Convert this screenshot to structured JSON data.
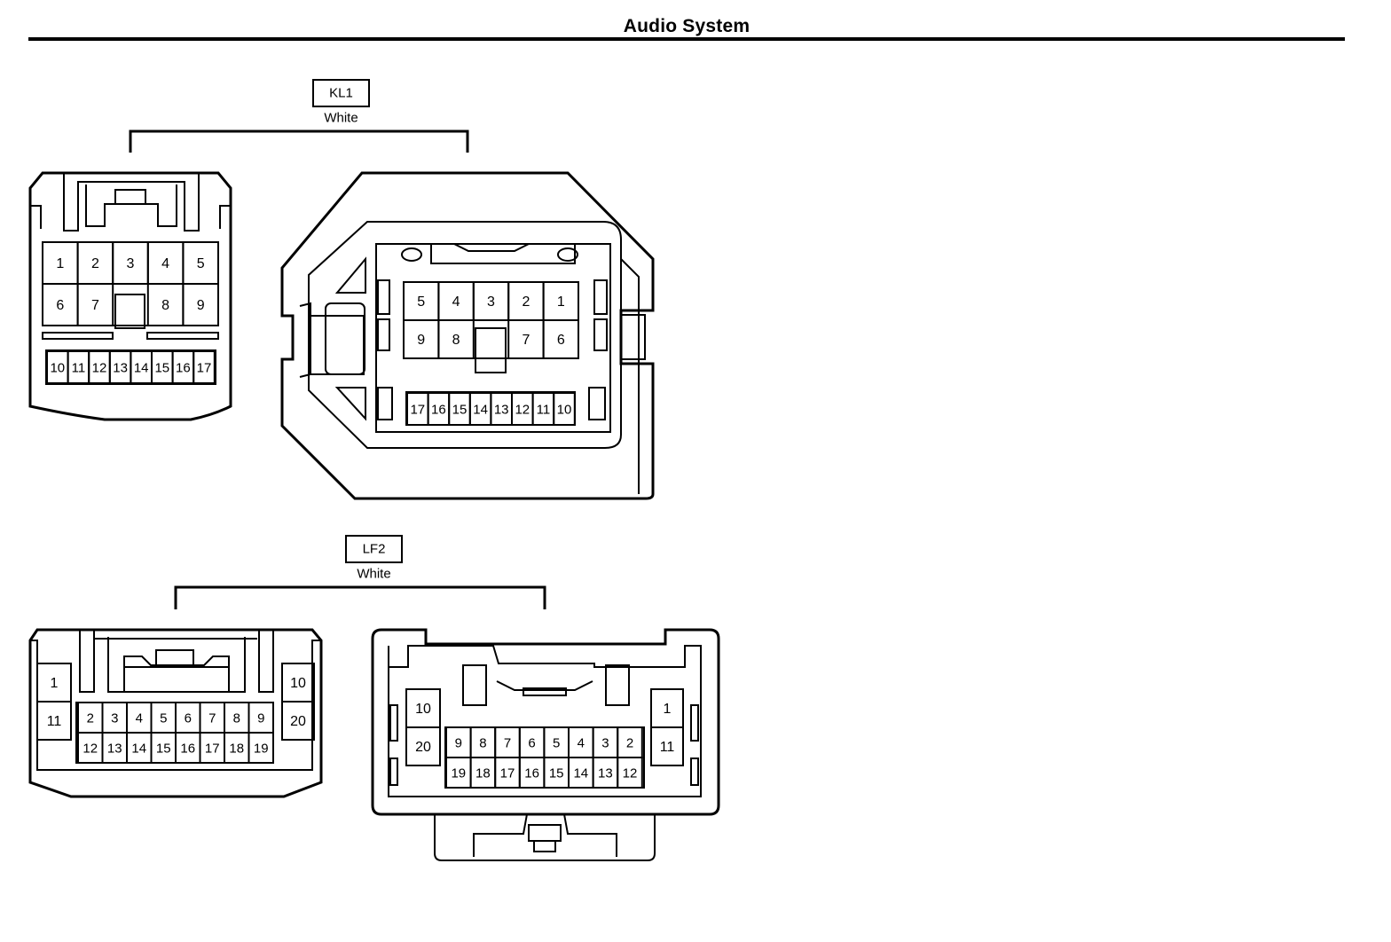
{
  "title": "Audio System",
  "connectors": [
    {
      "code": "KL1",
      "color": "White",
      "left_view": {
        "row1": [
          "1",
          "2",
          "3",
          "4",
          "5"
        ],
        "row2": [
          "6",
          "7",
          "8",
          "9"
        ],
        "row3": [
          "10",
          "11",
          "12",
          "13",
          "14",
          "15",
          "16",
          "17"
        ]
      },
      "right_view": {
        "row1": [
          "5",
          "4",
          "3",
          "2",
          "1"
        ],
        "row2": [
          "9",
          "8",
          "7",
          "6"
        ],
        "row3": [
          "17",
          "16",
          "15",
          "14",
          "13",
          "12",
          "11",
          "10"
        ]
      }
    },
    {
      "code": "LF2",
      "color": "White",
      "left_view": {
        "side_left": [
          "1",
          "11"
        ],
        "side_right": [
          "10",
          "20"
        ],
        "row1": [
          "2",
          "3",
          "4",
          "5",
          "6",
          "7",
          "8",
          "9"
        ],
        "row2": [
          "12",
          "13",
          "14",
          "15",
          "16",
          "17",
          "18",
          "19"
        ]
      },
      "right_view": {
        "side_left": [
          "10",
          "20"
        ],
        "side_right": [
          "1",
          "11"
        ],
        "row1": [
          "9",
          "8",
          "7",
          "6",
          "5",
          "4",
          "3",
          "2"
        ],
        "row2": [
          "19",
          "18",
          "17",
          "16",
          "15",
          "14",
          "13",
          "12"
        ]
      }
    }
  ]
}
